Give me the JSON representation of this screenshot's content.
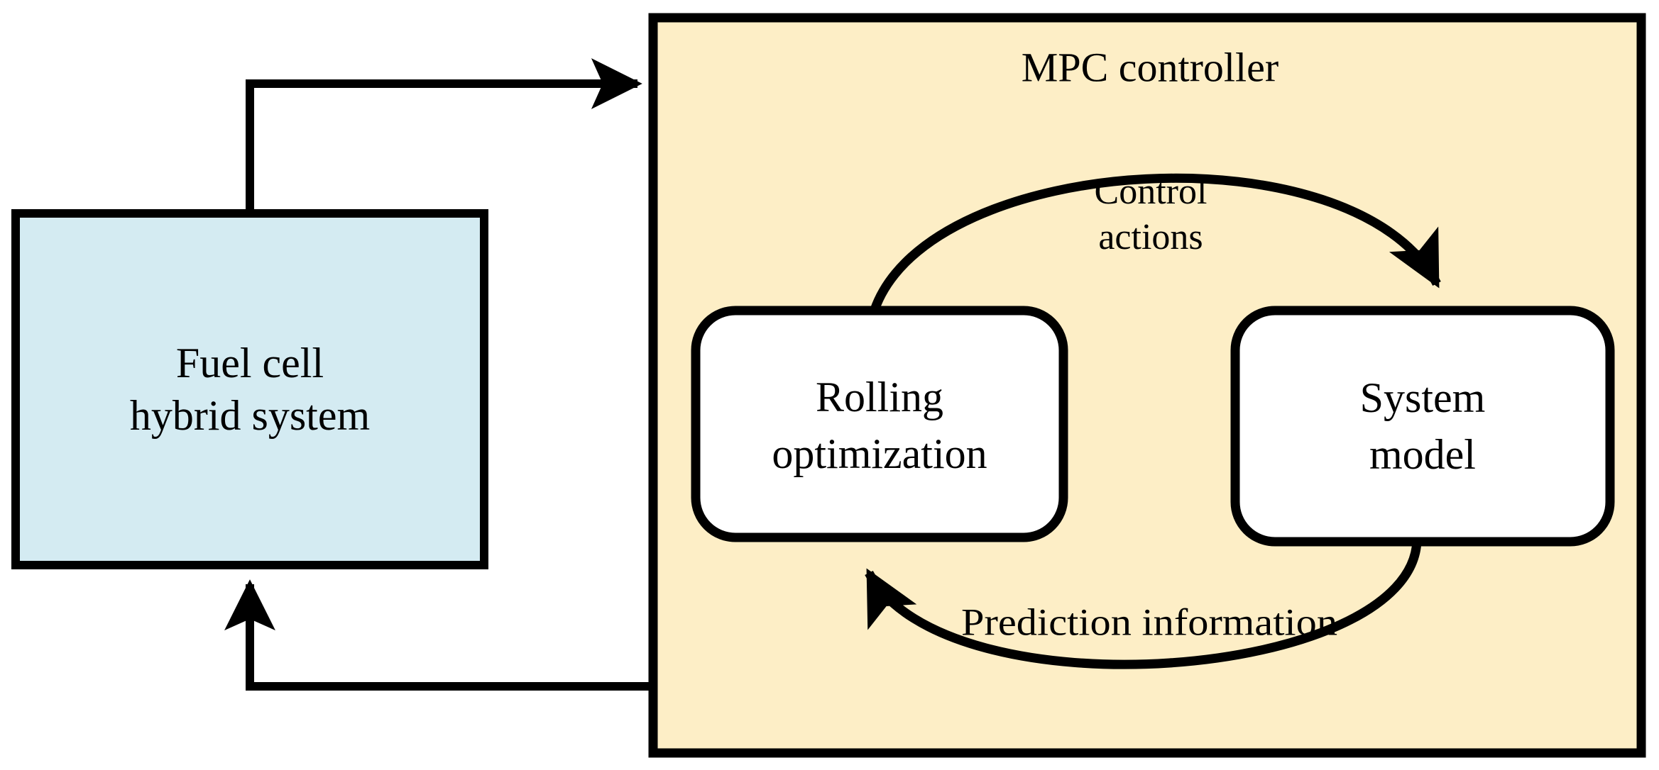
{
  "diagram": {
    "type": "control-system-block-diagram",
    "background_color": "#ffffff",
    "line_color": "#000000",
    "containers": [
      {
        "id": "mpc-controller",
        "title": "MPC controller",
        "fill_color": "#fdeec6",
        "border_color": "#000000"
      }
    ],
    "nodes": [
      {
        "id": "fuel-cell-hybrid-system",
        "label_line1": "Fuel cell",
        "label_line2": "hybrid system",
        "fill_color": "#d4ebf2",
        "border_color": "#000000",
        "shape": "rectangle"
      },
      {
        "id": "rolling-optimization",
        "label_line1": "Rolling",
        "label_line2": "optimization",
        "fill_color": "#ffffff",
        "border_color": "#000000",
        "shape": "rounded-rectangle"
      },
      {
        "id": "system-model",
        "label_line1": "System",
        "label_line2": "model",
        "fill_color": "#ffffff",
        "border_color": "#000000",
        "shape": "rounded-rectangle"
      }
    ],
    "edges": [
      {
        "id": "fuel-cell-to-mpc",
        "label": "",
        "from": "fuel-cell-hybrid-system",
        "to": "mpc-controller",
        "style": "orthogonal",
        "arrowhead": "end"
      },
      {
        "id": "mpc-to-fuel-cell",
        "label": "",
        "from": "mpc-controller",
        "to": "fuel-cell-hybrid-system",
        "style": "orthogonal",
        "arrowhead": "end"
      },
      {
        "id": "control-actions",
        "label_line1": "Control",
        "label_line2": "actions",
        "from": "rolling-optimization",
        "to": "system-model",
        "style": "curved",
        "arrowhead": "end"
      },
      {
        "id": "prediction-information",
        "label": "Prediction information",
        "from": "system-model",
        "to": "rolling-optimization",
        "style": "curved",
        "arrowhead": "end"
      }
    ]
  }
}
